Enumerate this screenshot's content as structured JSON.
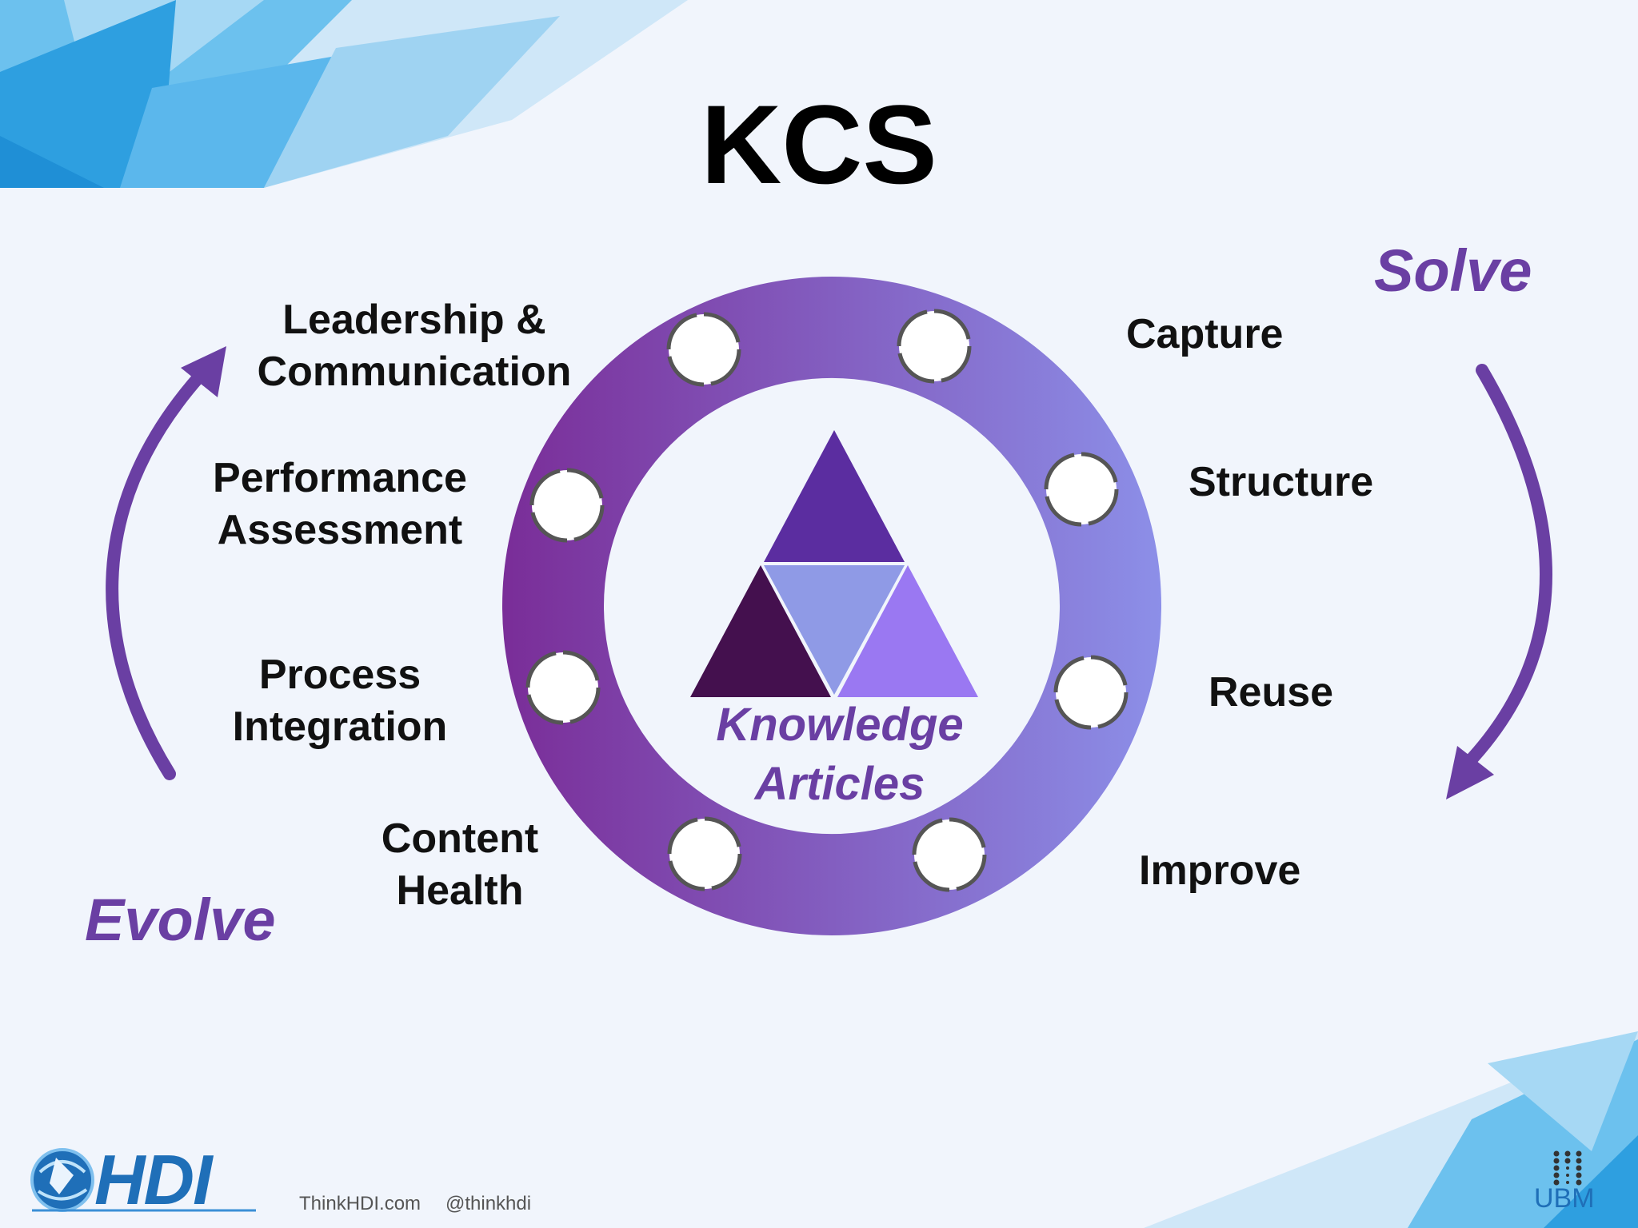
{
  "title": "KCS",
  "phases": {
    "solve": "Solve",
    "evolve": "Evolve"
  },
  "solve_practices": [
    "Capture",
    "Structure",
    "Reuse",
    "Improve"
  ],
  "evolve_practices": [
    {
      "line1": "Leadership &",
      "line2": "Communication"
    },
    {
      "line1": "Performance",
      "line2": "Assessment"
    },
    {
      "line1": "Process",
      "line2": "Integration"
    },
    {
      "line1": "Content",
      "line2": "Health"
    }
  ],
  "center": {
    "line1": "Knowledge",
    "line2": "Articles"
  },
  "footer": {
    "logo_text": "HDI",
    "site": "ThinkHDI.com",
    "handle": "@thinkhdi",
    "partner": "UBM"
  },
  "colors": {
    "accent": "#6a3fa3",
    "ring_start": "#7a2d98",
    "ring_end": "#8c8fe8",
    "triangle_top": "#5b2da0",
    "triangle_left": "#44104e",
    "triangle_mid": "#8f9ae6",
    "triangle_right": "#9a78f2",
    "header_blue": "#3fa9e6"
  }
}
